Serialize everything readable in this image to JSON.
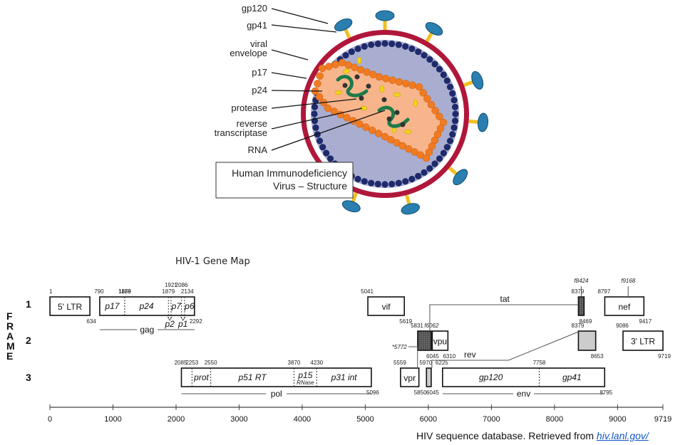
{
  "virus": {
    "labels": [
      "gp120",
      "gp41",
      "viral",
      "envelope",
      "p17",
      "p24",
      "protease",
      "reverse",
      "transcriptase",
      "RNA"
    ],
    "title_line1": "Human Immunodeficiency",
    "title_line2": "Virus – Structure",
    "colors": {
      "envelope": "#b0173a",
      "capsid_matrix": "#1e2a6b",
      "interior": "#a9aed0",
      "core": "#f8b58c",
      "core_beads": "#f07b22",
      "rna": "#1e7a4a",
      "enzymes": "#f2d21c",
      "gp120": "#2b7fb0",
      "gp41": "#f0c020"
    }
  },
  "genemap": {
    "title": "HIV-1 Gene Map",
    "frame_word": [
      "F",
      "R",
      "A",
      "M",
      "E"
    ],
    "frames": [
      "1",
      "2",
      "3"
    ],
    "axis": {
      "min": 0,
      "max": 9719,
      "ticks": [
        0,
        1000,
        2000,
        3000,
        4000,
        5000,
        6000,
        7000,
        8000,
        9000,
        9719
      ]
    },
    "genes": [
      {
        "name": "5' LTR",
        "frame": 1,
        "start": 1,
        "end": 634,
        "italic": false,
        "fill": "#ffffff",
        "start_label": "1",
        "end_label": "634"
      },
      {
        "name": "",
        "frame": 1,
        "start": 790,
        "end": 2292,
        "italic": false,
        "fill": "#ffffff",
        "start_label": "790",
        "end_label": "2292",
        "group": "gag"
      },
      {
        "name": "vif",
        "frame": 1,
        "start": 5041,
        "end": 5619,
        "italic": false,
        "fill": "#ffffff",
        "start_label": "5041",
        "end_label": "5619"
      },
      {
        "name": "",
        "frame": 1,
        "start": 8379,
        "end": 8469,
        "italic": false,
        "fill": "#555555",
        "start_label": "8379",
        "end_label": "8469",
        "group": "tat-exon2"
      },
      {
        "name": "nef",
        "frame": 1,
        "start": 8797,
        "end": 9417,
        "italic": false,
        "fill": "#ffffff",
        "start_label": "8797",
        "end_label": "9417"
      },
      {
        "name": "",
        "frame": 2,
        "start": 5831,
        "end": 6045,
        "italic": false,
        "fill": "#555555",
        "start_label": "5831",
        "end_label": "6045",
        "group": "tat-exon1"
      },
      {
        "name": "vpu",
        "frame": 2,
        "start": 6062,
        "end": 6310,
        "italic": false,
        "fill": "#ffffff",
        "start_label": "f6062",
        "end_label": "6310"
      },
      {
        "name": "",
        "frame": 2,
        "start": 8379,
        "end": 8653,
        "italic": false,
        "fill": "#cccccc",
        "start_label": "8379",
        "end_label": "8653",
        "group": "rev-exon2"
      },
      {
        "name": "3' LTR",
        "frame": 2,
        "start": 9086,
        "end": 9719,
        "italic": false,
        "fill": "#ffffff",
        "start_label": "9086",
        "end_label": "9719"
      },
      {
        "name": "",
        "frame": 3,
        "start": 2085,
        "end": 5096,
        "italic": false,
        "fill": "#ffffff",
        "start_label": "2085",
        "end_label": "5096",
        "group": "pol"
      },
      {
        "name": "vpr",
        "frame": 3,
        "start": 5559,
        "end": 5850,
        "italic": false,
        "fill": "#ffffff",
        "start_label": "5559",
        "end_label": "5850"
      },
      {
        "name": "",
        "frame": 3,
        "start": 5970,
        "end": 6045,
        "italic": false,
        "fill": "#cccccc",
        "start_label": "5970",
        "end_label": "6045",
        "group": "rev-exon1"
      },
      {
        "name": "",
        "frame": 3,
        "start": 6225,
        "end": 8795,
        "italic": false,
        "fill": "#ffffff",
        "start_label": "6225",
        "end_label": "8795",
        "group": "env"
      }
    ],
    "subregions": [
      {
        "name": "p17",
        "frame": 1,
        "start": 790,
        "end": 1186,
        "divider_label": "1186"
      },
      {
        "name": "p24",
        "frame": 1,
        "start": 1186,
        "end": 1879,
        "divider_label": "1879"
      },
      {
        "name": "p7",
        "frame": 1,
        "start": 1921,
        "end": 2086,
        "divider_label": "1921"
      },
      {
        "name": "p6",
        "frame": 1,
        "start": 2134,
        "end": 2292,
        "divider_label": "2086"
      },
      {
        "name": "prot",
        "frame": 3,
        "start": 2253,
        "end": 2550,
        "divider_label": "2253"
      },
      {
        "name": "p51 RT",
        "frame": 3,
        "start": 2550,
        "end": 3870,
        "divider_label": "2550"
      },
      {
        "name": "p15",
        "sub": "RNase",
        "frame": 3,
        "start": 3870,
        "end": 4230,
        "divider_label": "3870"
      },
      {
        "name": "p31 int",
        "frame": 3,
        "start": 4230,
        "end": 5096,
        "divider_label": "4230"
      },
      {
        "name": "gp120",
        "frame": 3,
        "start": 6225,
        "end": 7758,
        "divider_label": ""
      },
      {
        "name": "gp41",
        "frame": 3,
        "start": 7758,
        "end": 8795,
        "divider_label": "7758"
      }
    ],
    "extra_labels": {
      "gag_2134": "2134",
      "p2": "p2",
      "p1": "p1",
      "tat_8424": "f8424",
      "nef_9168": "f9168",
      "vpr_5772": "*5772",
      "tat": "tat",
      "rev": "rev",
      "rev_8379": "8379"
    },
    "group_labels": {
      "gag": "gag",
      "pol": "pol",
      "env": "env"
    }
  },
  "caption": {
    "text": "HIV sequence database. Retrieved from ",
    "link_text": "hiv.lanl.gov/"
  }
}
